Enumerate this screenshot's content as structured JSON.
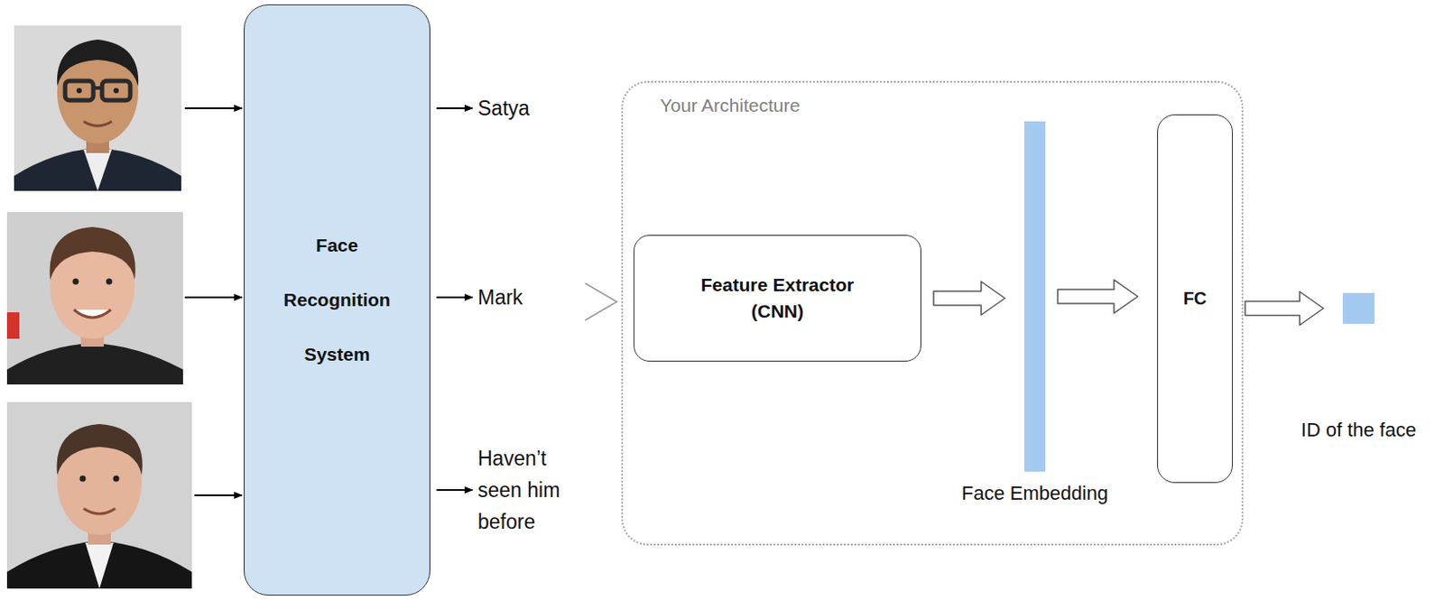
{
  "diagram": {
    "nodes": [
      {
        "text": [
          "Face Recognition System"
        ]
      },
      {
        "text": [
          "Your Architecture"
        ]
      },
      {
        "text": [
          "Feature Extractor (CNN)"
        ],
        "in": 1
      },
      {
        "text": [
          "Face Embedding"
        ],
        "in": 1
      },
      {
        "text": [
          "FC"
        ],
        "in": 1
      },
      {
        "text": [
          "ID of the face"
        ]
      }
    ],
    "edges": [
      {
        "from": 2,
        "to": 3,
        "arrow": "to"
      },
      {
        "from": 3,
        "to": 4,
        "arrow": "to"
      },
      {
        "from": 4,
        "to": 5,
        "arrow": "to"
      }
    ],
    "labels": [
      "Satya",
      "Mark",
      "Haven’t seen him before"
    ]
  }
}
